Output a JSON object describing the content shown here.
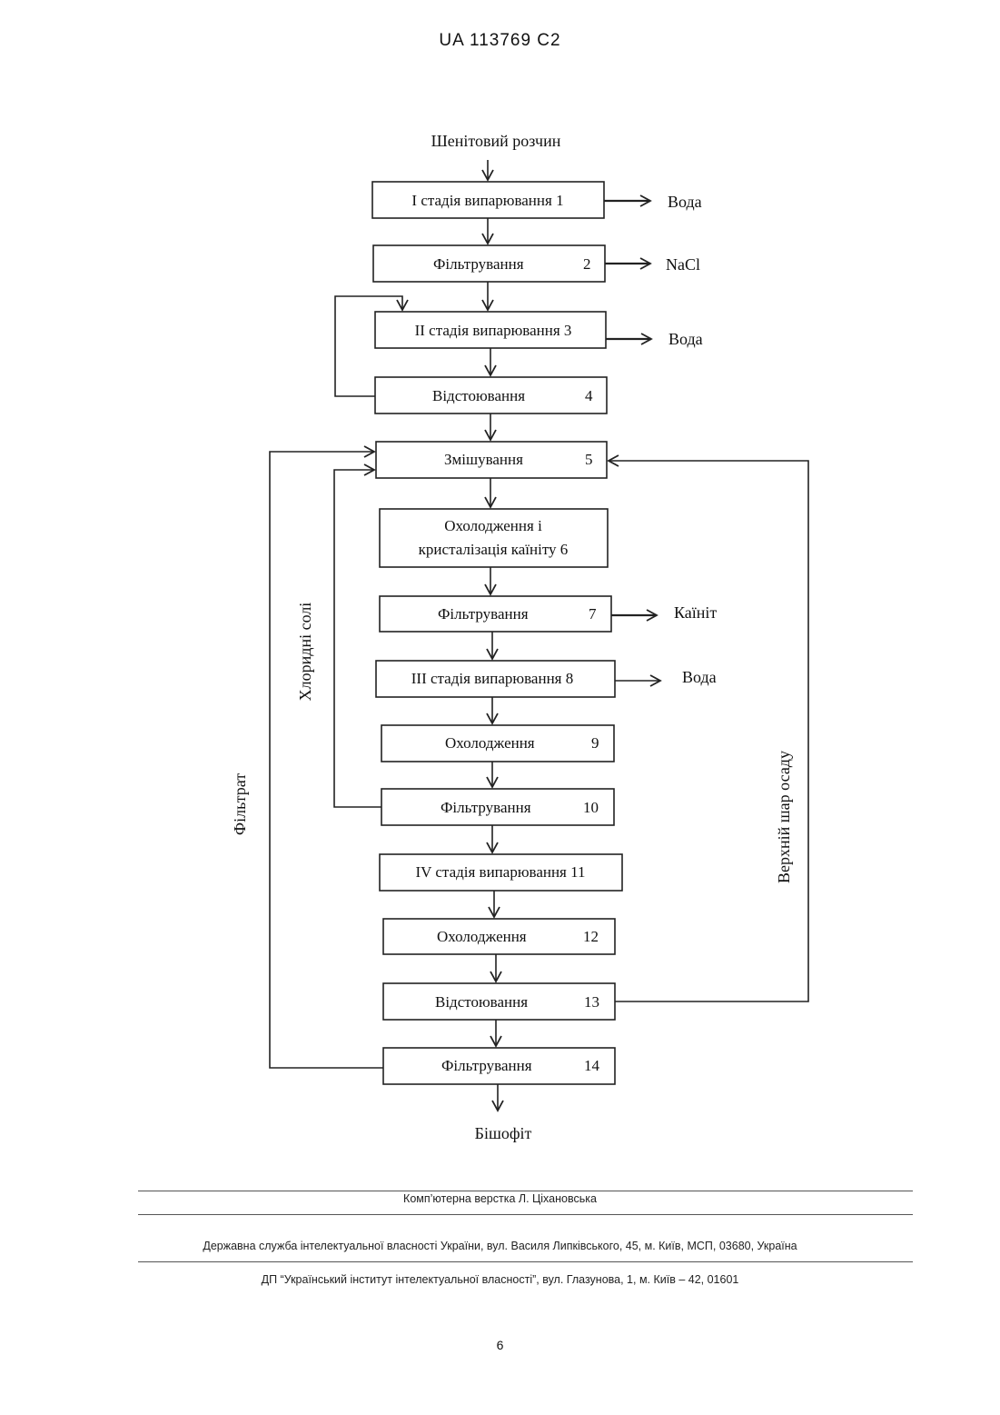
{
  "header": {
    "doc_id": "UA   113769   C2"
  },
  "diagram": {
    "input": "Шенітовий розчин",
    "output": "Бішофіт",
    "steps": [
      {
        "label": "I стадія випарювання 1"
      },
      {
        "label": "Фільтрування",
        "num": "2"
      },
      {
        "label": "II стадія випарювання 3"
      },
      {
        "label": "Відстоювання",
        "num": "4"
      },
      {
        "label": "Змішування",
        "num": "5"
      },
      {
        "line1": "Охолодження і",
        "line2": "кристалізація каїніту 6"
      },
      {
        "label": "Фільтрування",
        "num": "7"
      },
      {
        "label": "III стадія випарювання 8"
      },
      {
        "label": "Охолодження",
        "num": "9"
      },
      {
        "label": "Фільтрування",
        "num": "10"
      },
      {
        "label": "IV стадія випарювання 11"
      },
      {
        "label": "Охолодження",
        "num": "12"
      },
      {
        "label": "Відстоювання",
        "num": "13"
      },
      {
        "label": "Фільтрування",
        "num": "14"
      }
    ],
    "outputs": {
      "water1": "Вода",
      "nacl": "NaCl",
      "water2": "Вода",
      "kainit": "Каїніт",
      "water3": "Вода"
    },
    "loops": {
      "chloride_salts": "Хлоридні солі",
      "filtrate": "Фільтрат",
      "sediment_top": "Верхній шар осаду"
    }
  },
  "footer": {
    "layout_credit": "Комп’ютерна верстка Л. Ціхановська",
    "agency": "Державна служба інтелектуальної власності України, вул. Василя Липківського, 45, м. Київ, МСП, 03680, Україна",
    "institute": "ДП “Український інститут інтелектуальної власності”, вул. Глазунова, 1, м. Київ – 42, 01601",
    "page_number": "6"
  }
}
